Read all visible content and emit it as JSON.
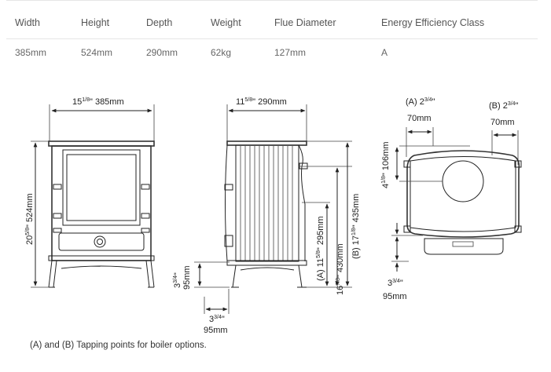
{
  "specs": {
    "headers": [
      "Width",
      "Height",
      "Depth",
      "Weight",
      "Flue Diameter",
      "Energy Efficiency Class"
    ],
    "values": [
      "385mm",
      "524mm",
      "290mm",
      "62kg",
      "127mm",
      "A"
    ]
  },
  "front_view": {
    "width_label": "15",
    "width_frac": "1/8",
    "width_mm": "\" 385mm",
    "height_label": "20",
    "height_frac": "5/8",
    "height_mm": "\" 524mm"
  },
  "side_view": {
    "depth_label": "11",
    "depth_frac": "5/8",
    "depth_mm": "\" 290mm",
    "leg_in": "3",
    "leg_frac": "3/4",
    "leg_in_mm": "\"",
    "leg_mm_v": "95mm",
    "rear_in": "3",
    "rear_frac": "3/4",
    "rear_in_mm": "\"",
    "rear_mm": "95mm",
    "tap_a_label": "(A) 11",
    "tap_a_frac": "5/8",
    "tap_a_mm": "\" 295mm",
    "flue_label": "16",
    "flue_frac": "7/8",
    "flue_mm": "\" 430mm",
    "tap_b_label": "(B) 17",
    "tap_b_frac": "1/8",
    "tap_b_mm": "\" 435mm"
  },
  "top_view": {
    "a_label": "(A) 2",
    "a_frac": "3/4",
    "a_in": "\"",
    "a_mm": "70mm",
    "b_label": "(B) 2",
    "b_frac": "3/4",
    "b_in": "\"",
    "b_mm": "70mm",
    "flue_in": "4",
    "flue_frac": "1/8",
    "flue_mm": "\" 106mm",
    "rear_in": "3",
    "rear_frac": "3/4",
    "rear_in_mark": "\"",
    "rear_mm": "95mm"
  },
  "caption": "(A) and (B) Tapping points for boiler options."
}
